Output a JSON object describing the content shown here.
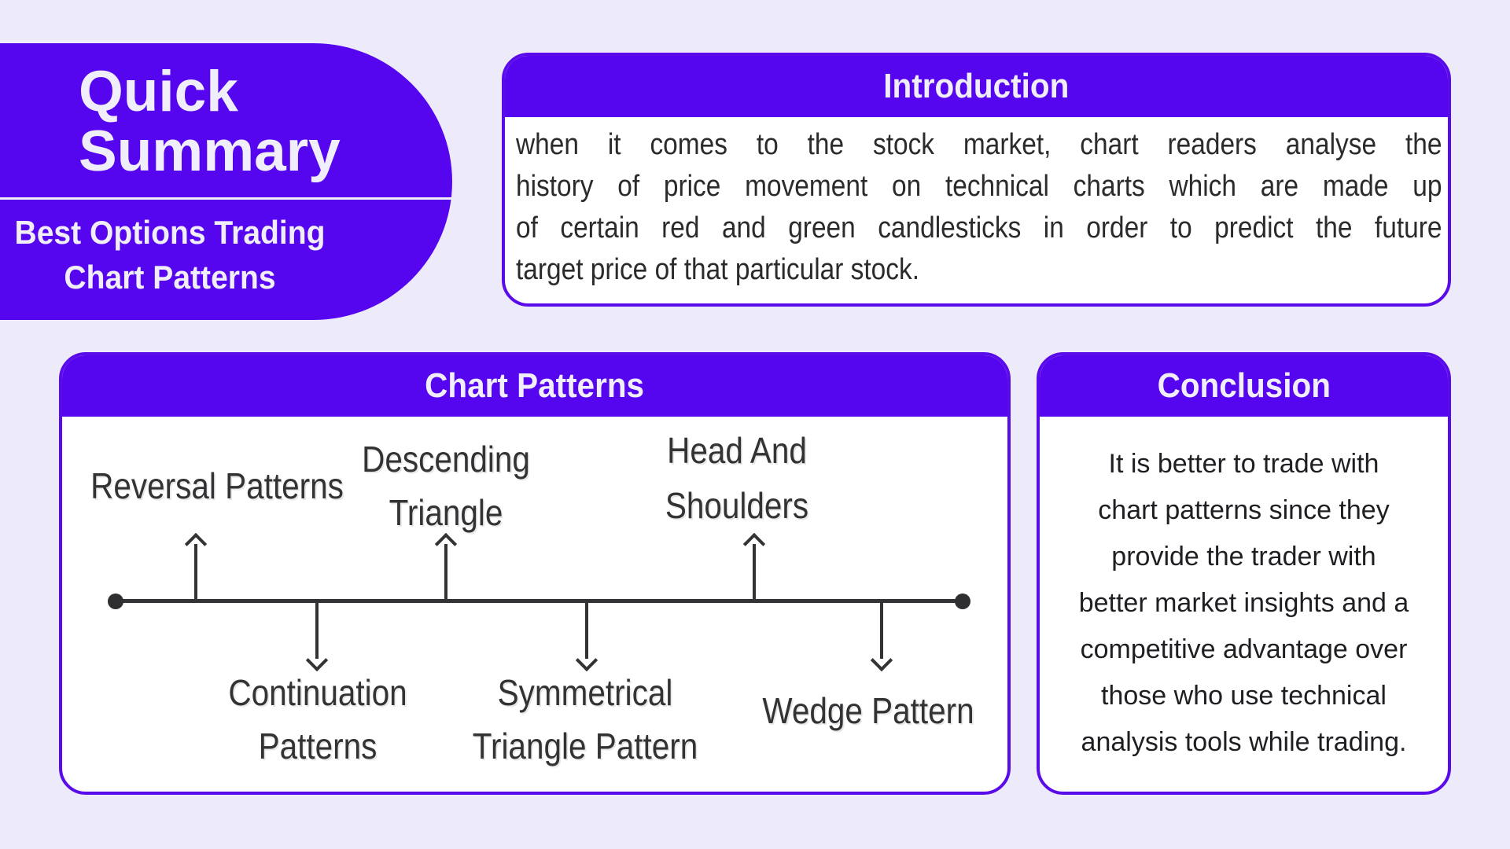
{
  "theme": {
    "accent_purple": "#5606EF",
    "border_purple": "#5A0BE9",
    "background_lavender": "#EDEBFA",
    "card_background": "#FFFFFF",
    "header_text_color": "#F1EEFB",
    "body_text_color": "#2B2B2E",
    "diagram_line_color": "#333336"
  },
  "title_block": {
    "title": "Quick Summary",
    "subtitle_line1": "Best Options Trading",
    "subtitle_line2": "Chart Patterns"
  },
  "introduction": {
    "header": "Introduction",
    "lines": [
      "when it comes to the stock market, chart readers analyse the",
      "history of price movement on technical charts which are made up",
      "of certain red and green candlesticks in order to predict the future",
      "target price of that particular stock."
    ]
  },
  "chart_patterns": {
    "header": "Chart Patterns",
    "above": [
      {
        "lines": [
          "Reversal Patterns"
        ]
      },
      {
        "lines": [
          "Descending",
          "Triangle"
        ]
      },
      {
        "lines": [
          "Head And",
          "Shoulders"
        ]
      }
    ],
    "below": [
      {
        "lines": [
          "Continuation",
          "Patterns"
        ]
      },
      {
        "lines": [
          "Symmetrical",
          "Triangle Pattern"
        ]
      },
      {
        "lines": [
          "Wedge Pattern"
        ]
      }
    ]
  },
  "conclusion": {
    "header": "Conclusion",
    "lines": [
      "It is better to trade with",
      "chart patterns since they",
      "provide the trader with",
      "better market insights and a",
      "competitive advantage over",
      "those who use technical",
      "analysis tools while trading."
    ]
  }
}
